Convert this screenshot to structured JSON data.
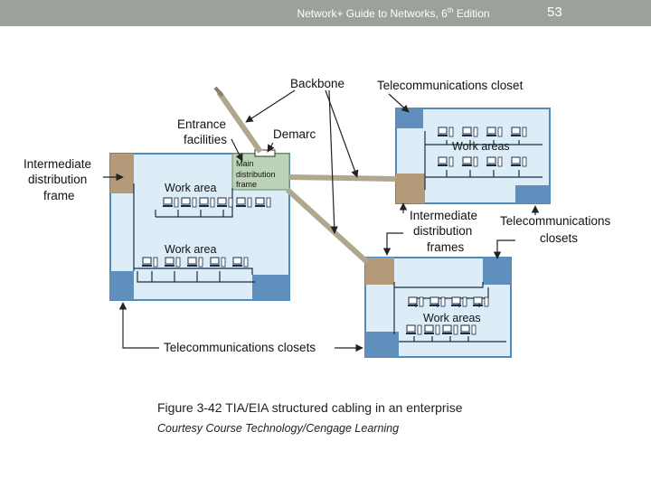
{
  "header": {
    "title_prefix": "Network+ Guide to Networks, 6",
    "title_sup": "th",
    "title_suffix": " Edition",
    "page_number": "53"
  },
  "diagram": {
    "labels": {
      "backbone": "Backbone",
      "telecom_closet": "Telecommunications closet",
      "entrance_1": "Entrance",
      "entrance_2": "facilities",
      "demarc": "Demarc",
      "idf_1": "Intermediate",
      "idf_2": "distribution",
      "idf_3": "frame",
      "mdf_1": "Main",
      "mdf_2": "distribution",
      "mdf_3": "frame",
      "work_area_1": "Work area",
      "work_area_2": "Work area",
      "work_areas_1": "Work areas",
      "work_areas_2": "Work areas",
      "idfs_1": "Intermediate",
      "idfs_2": "distribution",
      "idfs_3": "frames",
      "tcs_1": "Telecommunications",
      "tcs_2": "closets",
      "tc_closets_bottom": "Telecommunications closets"
    },
    "colors": {
      "floor_fill": "#dcedf8",
      "floor_stroke": "#4e8cc0",
      "idf_brown": "#b49a78",
      "closet_blue": "#5e8fbd",
      "mdf_green": "#bcd3b8",
      "backbone": "#b0a78e"
    }
  },
  "caption": "Figure 3-42 TIA/EIA structured cabling in an enterprise",
  "credit": "Courtesy Course Technology/Cengage Learning"
}
